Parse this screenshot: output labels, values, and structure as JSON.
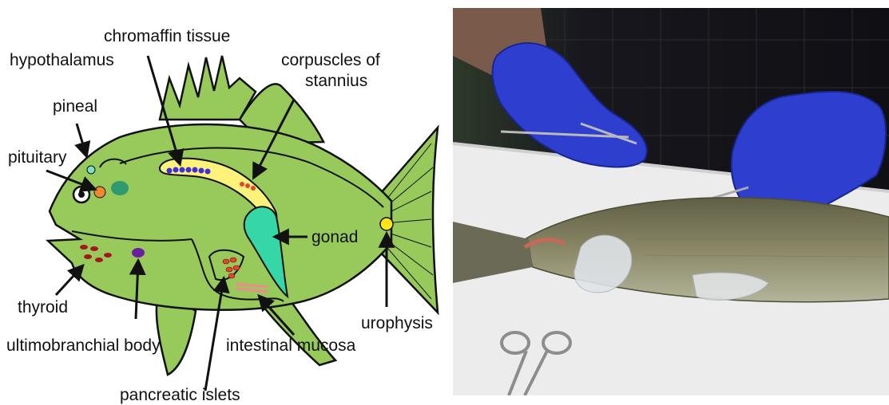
{
  "diagram": {
    "labels": {
      "hypothalamus": "hypothalamus",
      "chromaffin": "chromaffin tissue",
      "corpuscles_line1": "corpuscles of",
      "corpuscles_line2": "stannius",
      "pineal": "pineal",
      "pituitary": "pituitary",
      "gonad": "gonad",
      "thyroid": "thyroid",
      "ultimobranchial": "ultimobranchial body",
      "intestinal": "intestinal mucosa",
      "urophysis": "urophysis",
      "pancreatic": "pancreatic islets"
    },
    "colors": {
      "fish_body": "#97c95b",
      "outline": "#111111",
      "kidney": "#fff27a",
      "gonad": "#35d7a6",
      "hypothalamus": "#2f9a6e",
      "pituitary": "#f0892a",
      "pineal": "#7fe0c8",
      "chromaffin": "#3f2fd6",
      "corpuscles": "#e0472e",
      "thyroid": "#a5161e",
      "ultimobranchial": "#6a1fa3",
      "urophysis": "#ffe41c",
      "intestine_pink": "#f08b8b"
    }
  },
  "photo": {
    "icons": [
      "gloved-hands-icon",
      "fish-icon",
      "scissors-icon",
      "forceps-icon"
    ],
    "colors": {
      "glove": "#2e3fd0",
      "fish": "#7d7c60",
      "table": "#ececec",
      "background": "#1a1a22"
    }
  }
}
